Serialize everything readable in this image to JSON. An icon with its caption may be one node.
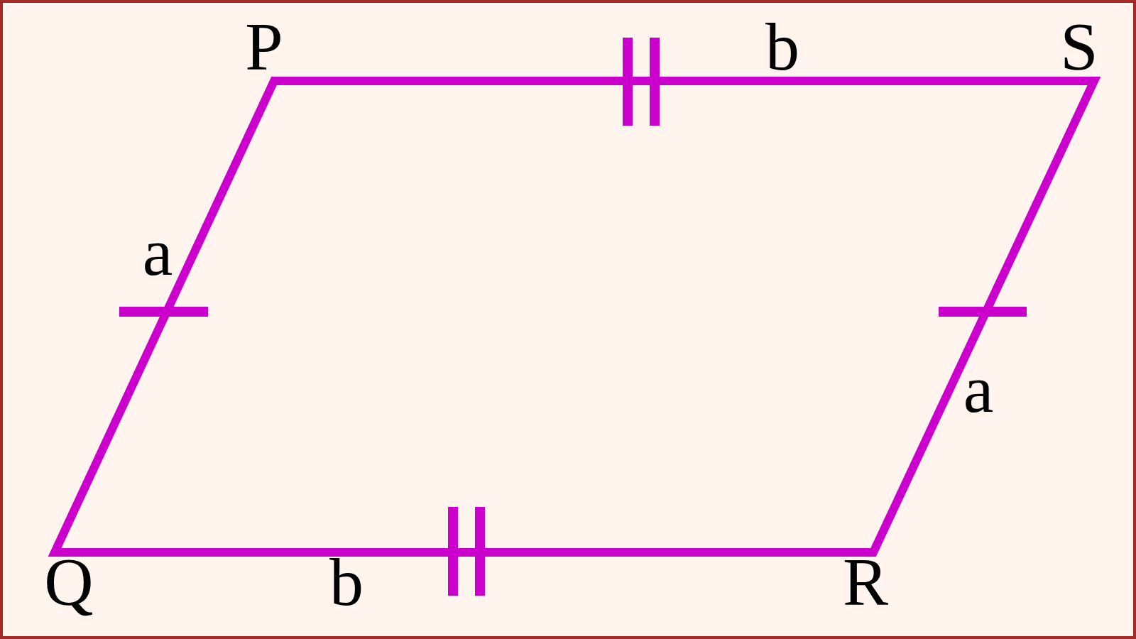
{
  "diagram": {
    "labels": [
      "P",
      "b",
      "S",
      "a",
      "a",
      "Q",
      "b",
      "R"
    ]
  }
}
